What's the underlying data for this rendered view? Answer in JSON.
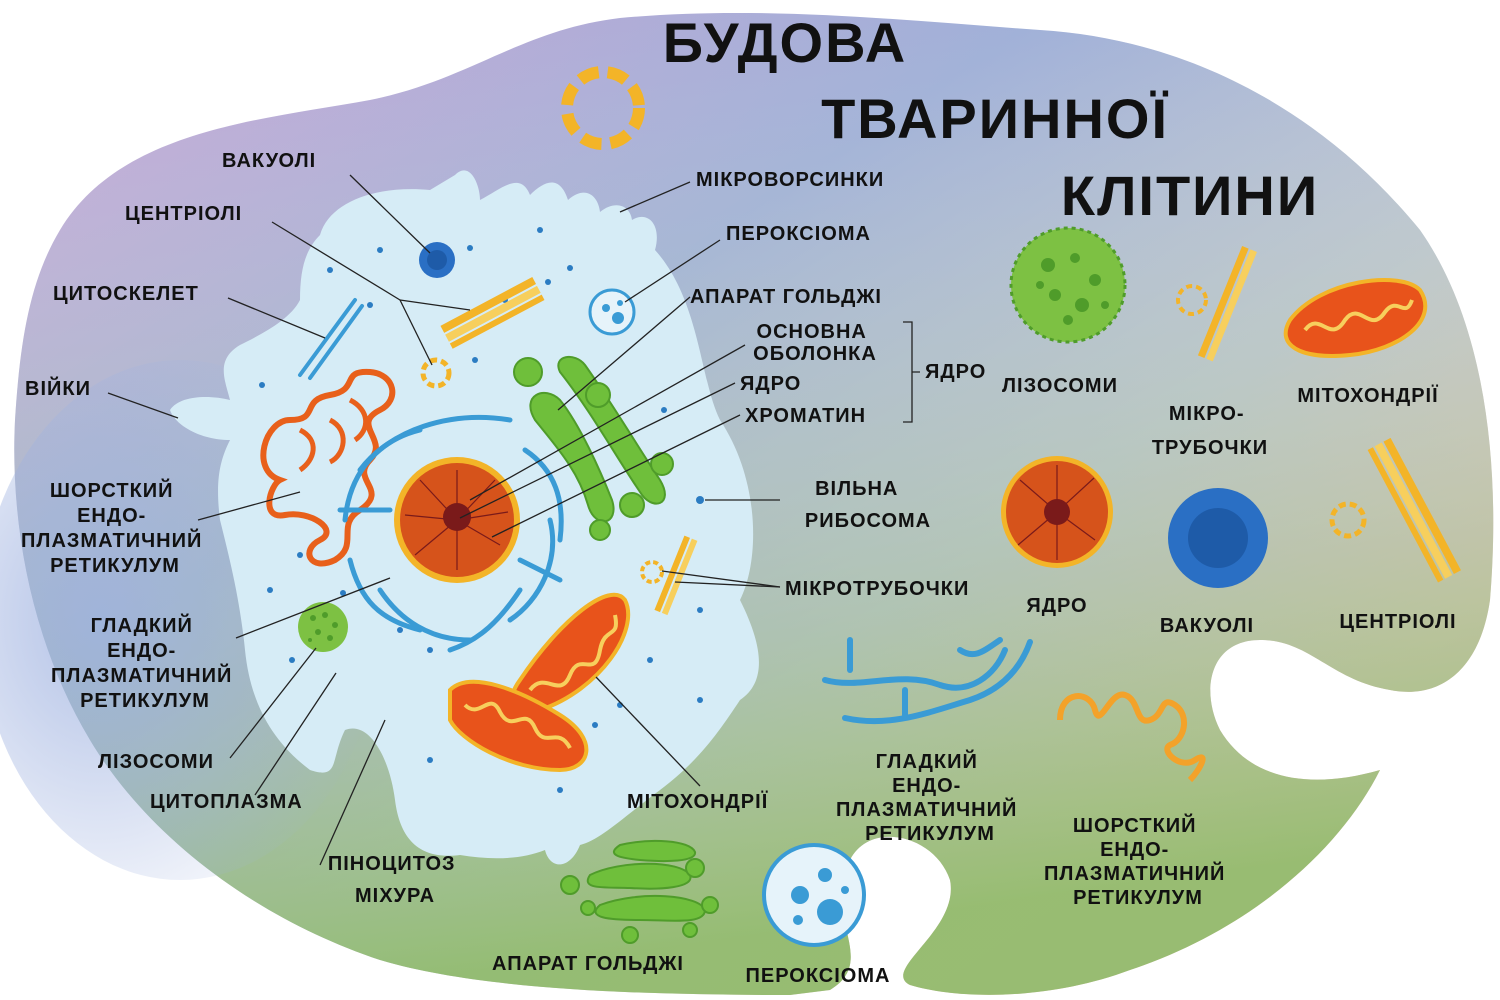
{
  "title": {
    "line1": "БУДОВА",
    "line2": "ТВАРИННОЇ",
    "line3": "КЛІТИНИ"
  },
  "colors": {
    "cytoplasm": "#d6ecf6",
    "nucleus": "#d6531b",
    "nucleolus": "#7a1a1a",
    "mitochondria": "#e8531b",
    "golgi": "#6fbf3b",
    "er": "#3a9bd5",
    "rough_er": "#e8601b",
    "centriole": "#f3b428",
    "vacuole": "#2a6fc4",
    "lysosome": "#7dc143",
    "peroxisome": "#3a9bd5"
  },
  "cell_labels": {
    "vacuoles": "ВАКУОЛІ",
    "centrioles": "ЦЕНТРІОЛІ",
    "cytoskeleton": "ЦИТОСКЕЛЕТ",
    "cilia": "ВІЙКИ",
    "rough_er_1": "ШОРСТКИЙ",
    "rough_er_2": "ЕНДО-",
    "rough_er_3": "ПЛАЗМАТИЧНИЙ",
    "rough_er_4": "РЕТИКУЛУМ",
    "smooth_er_1": "ГЛАДКИЙ",
    "smooth_er_2": "ЕНДО-",
    "smooth_er_3": "ПЛАЗМАТИЧНИЙ",
    "smooth_er_4": "РЕТИКУЛУМ",
    "lysosomes": "ЛІЗОСОМИ",
    "cytoplasm": "ЦИТОПЛАЗМА",
    "pinocytosis_1": "ПІНОЦИТОЗ",
    "pinocytosis_2": "МІХУРА",
    "mitochondria": "МІТОХОНДРІЇ",
    "microvilli": "МІКРОВОРСИНКИ",
    "peroxisome": "ПЕРОКСІОМА",
    "golgi": "АПАРАТ ГОЛЬДЖІ",
    "nuclear_envelope_1": "ОСНОВНА",
    "nuclear_envelope_2": "ОБОЛОНКА",
    "nucleolus": "ЯДРО",
    "chromatin": "ХРОМАТИН",
    "nucleus_group": "ЯДРО",
    "free_ribosome_1": "ВІЛЬНА",
    "free_ribosome_2": "РИБОСОМА",
    "microtubules": "МІКРОТРУБОЧКИ"
  },
  "gallery_labels": {
    "lysosomes": "ЛІЗОСОМИ",
    "microtubules_1": "МІКРО-",
    "microtubules_2": "ТРУБОЧКИ",
    "mitochondria": "МІТОХОНДРІЇ",
    "nucleus": "ЯДРО",
    "vacuoles": "ВАКУОЛІ",
    "centrioles": "ЦЕНТРІОЛІ",
    "smooth_er_1": "ГЛАДКИЙ",
    "smooth_er_2": "ЕНДО-",
    "smooth_er_3": "ПЛАЗМАТИЧНИЙ",
    "smooth_er_4": "РЕТИКУЛУМ",
    "rough_er_1": "ШОРСТКИЙ",
    "rough_er_2": "ЕНДО-",
    "rough_er_3": "ПЛАЗМАТИЧНИЙ",
    "rough_er_4": "РЕТИКУЛУМ",
    "golgi": "АПАРАТ ГОЛЬДЖІ",
    "peroxisome": "ПЕРОКСІОМА"
  }
}
